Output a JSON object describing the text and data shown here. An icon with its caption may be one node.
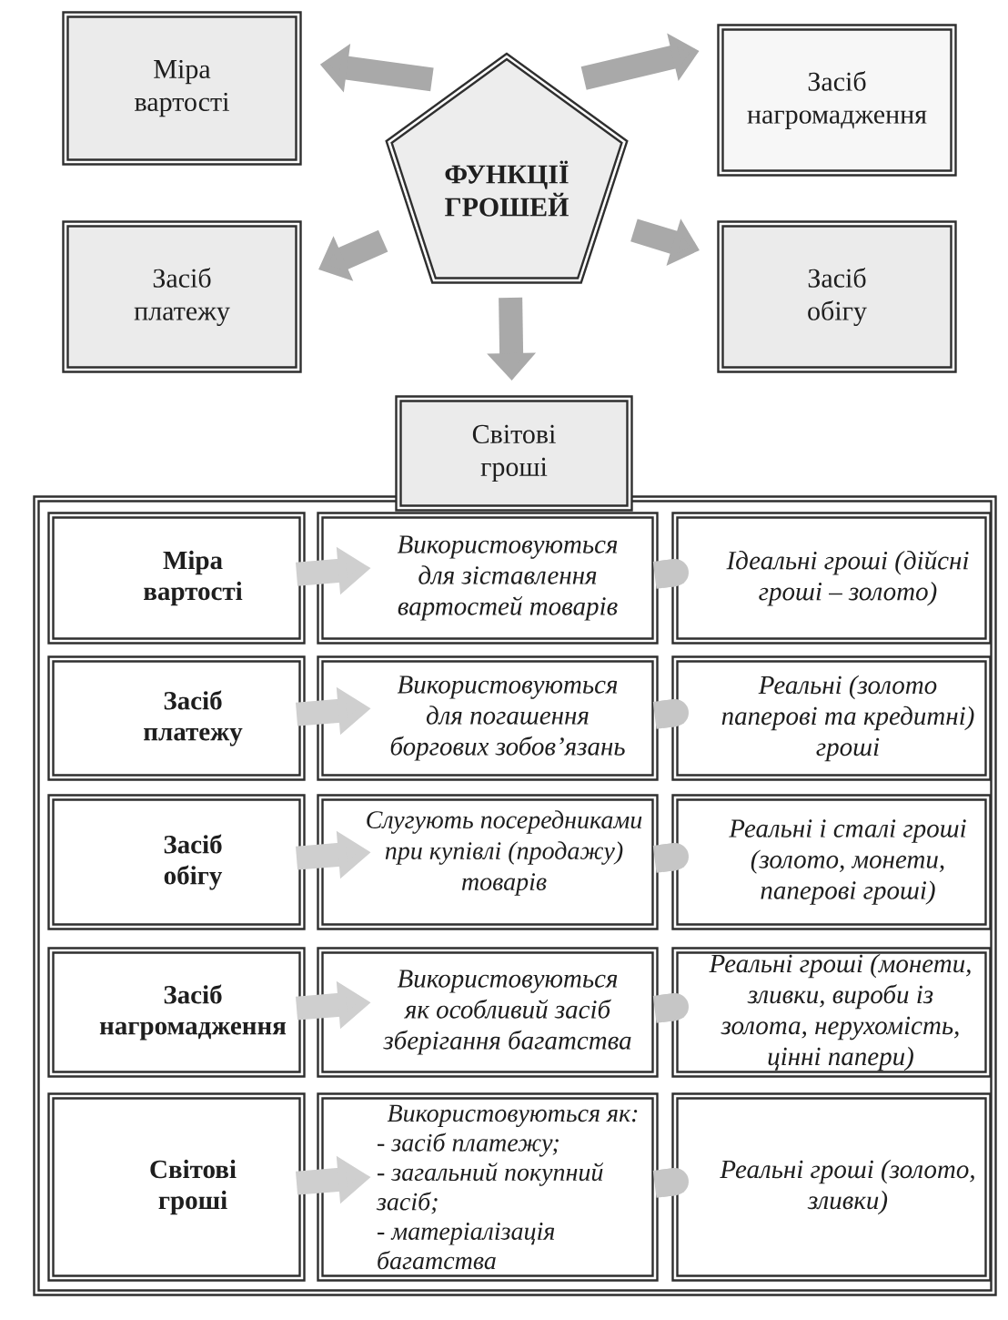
{
  "diagram": {
    "nodes": [
      {
        "text": [
          "ФУНКЦІЇ ГРОШЕЙ"
        ]
      },
      {
        "text": [
          "Міра вартості"
        ]
      },
      {
        "text": [
          "Засіб нагромадження"
        ]
      },
      {
        "text": [
          "Засіб платежу"
        ]
      },
      {
        "text": [
          "Засіб обігу"
        ]
      },
      {
        "text": [
          "Світові гроші"
        ]
      },
      {
        "text": [],
        "shape": "box"
      },
      {
        "text": [
          "Міра вартості"
        ],
        "in": 6
      },
      {
        "text": [
          "Використовуються для зіставлення вартостей товарів"
        ],
        "in": 6
      },
      {
        "text": [
          "Ідеальні гроші (дійсні гроші – золото)"
        ],
        "in": 6
      },
      {
        "text": [
          "Засіб платежу"
        ],
        "in": 6
      },
      {
        "text": [
          "Використовуються для погашення боргових зобов’язань"
        ],
        "in": 6
      },
      {
        "text": [
          "Реальні (золото паперові та кредитні) гроші"
        ],
        "in": 6
      },
      {
        "text": [
          "Засіб обігу"
        ],
        "in": 6
      },
      {
        "text": [
          "Слугують посередниками при купівлі (продажу) товарів"
        ],
        "in": 6
      },
      {
        "text": [
          "Реальні і сталі гроші (золото, монети, паперові гроші)"
        ],
        "in": 6
      },
      {
        "text": [
          "Засіб нагромадження"
        ],
        "in": 6
      },
      {
        "text": [
          "Використовуються як особливий засіб зберігання багатства"
        ],
        "in": 6
      },
      {
        "text": [
          "Реальні гроші (монети, зливки, вироби із золота, нерухомість, цінні папери)"
        ],
        "in": 6
      },
      {
        "text": [
          "Світові гроші"
        ],
        "in": 6
      },
      {
        "text": [
          "Використовуються як:",
          "- засіб платежу;",
          "- загальний покупний засіб;",
          "- матеріалізація багатства"
        ],
        "in": 6
      },
      {
        "text": [
          "Реальні гроші (золото, зливки)"
        ],
        "in": 6
      }
    ],
    "edges": [
      {
        "from": 0,
        "to": 1,
        "arrow": "to"
      },
      {
        "from": 0,
        "to": 2,
        "arrow": "to"
      },
      {
        "from": 0,
        "to": 3,
        "arrow": "to"
      },
      {
        "from": 0,
        "to": 4,
        "arrow": "to"
      },
      {
        "from": 0,
        "to": 5,
        "arrow": "to"
      },
      {
        "from": 7,
        "to": 8,
        "arrow": "to"
      },
      {
        "from": 10,
        "to": 11,
        "arrow": "to"
      },
      {
        "from": 13,
        "to": 14,
        "arrow": "to"
      },
      {
        "from": 16,
        "to": 17,
        "arrow": "to"
      },
      {
        "from": 19,
        "to": 20,
        "arrow": "to"
      },
      {
        "from": 8,
        "to": 9,
        "arrow": "other"
      },
      {
        "from": 11,
        "to": 12,
        "arrow": "other"
      },
      {
        "from": 14,
        "to": 15,
        "arrow": "other"
      },
      {
        "from": 17,
        "to": 18,
        "arrow": "other"
      },
      {
        "from": 20,
        "to": 21,
        "arrow": "other"
      }
    ]
  }
}
